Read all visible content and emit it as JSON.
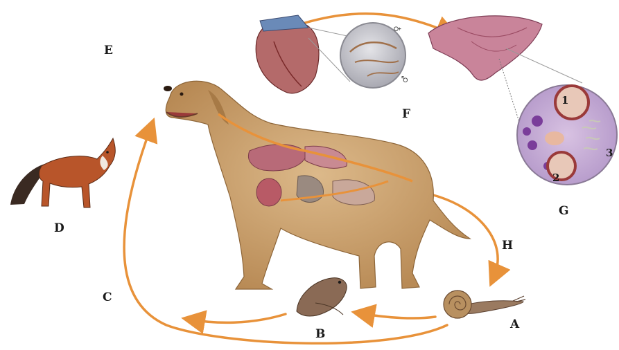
{
  "labels": {
    "A": "A",
    "B": "B",
    "C": "C",
    "D": "D",
    "E": "E",
    "F": "F",
    "G": "G",
    "H": "H"
  },
  "lung_inset_numbers": [
    "1",
    "2",
    "3"
  ],
  "worm_sex_symbols": {
    "female": "♀",
    "male": "♂"
  },
  "colors": {
    "arrow": "#e8923a",
    "dog_fur": "#c9a070",
    "organ": "#b86a78",
    "fox": "#b8552a",
    "inset_bg": "#c8a8d8"
  }
}
